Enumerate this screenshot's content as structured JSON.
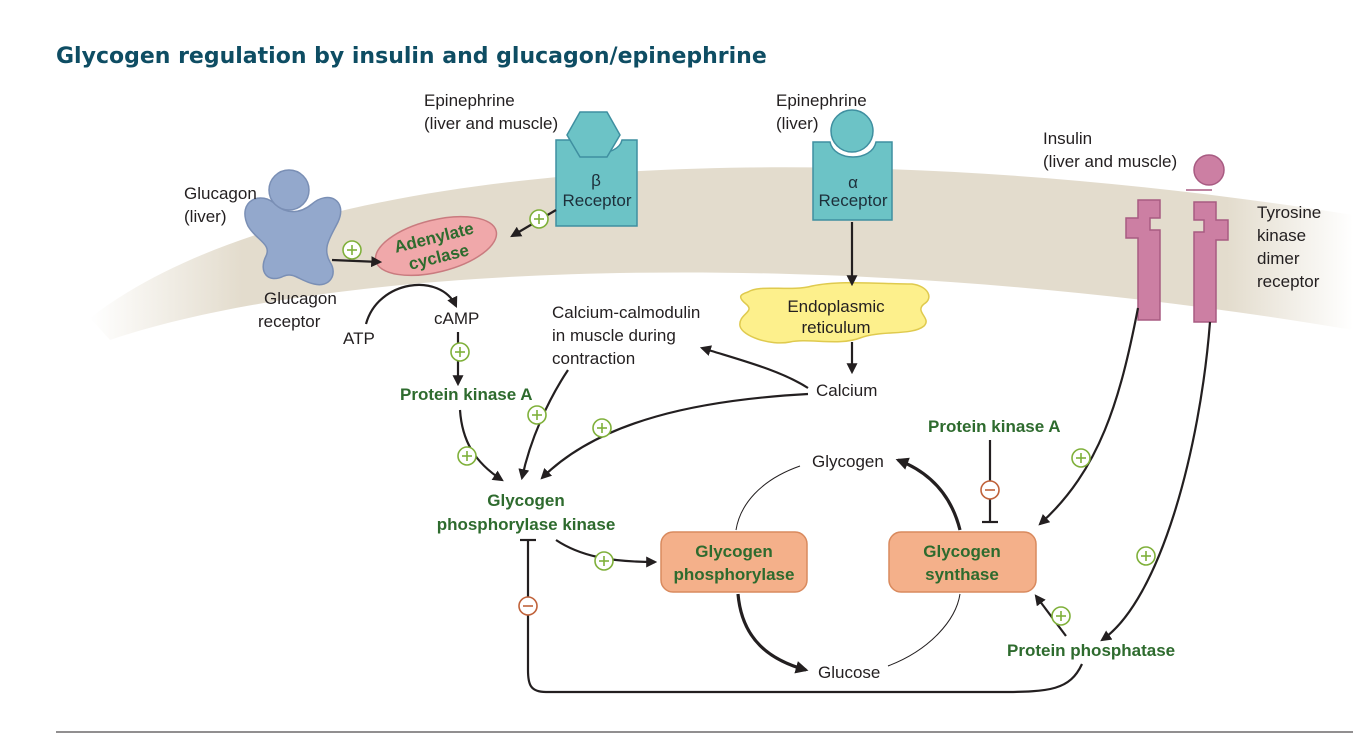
{
  "title": "Glycogen regulation by insulin and glucagon/epinephrine",
  "hormones": {
    "glucagon": [
      "Glucagon",
      "(liver)"
    ],
    "glucagon_receptor": [
      "Glucagon",
      "receptor"
    ],
    "epinephrine_beta": [
      "Epinephrine",
      "(liver and muscle)"
    ],
    "epinephrine_alpha": [
      "Epinephrine",
      "(liver)"
    ],
    "insulin": [
      "Insulin",
      "(liver and muscle)"
    ]
  },
  "receptors": {
    "beta_symbol": "β",
    "beta_label": "Receptor",
    "alpha_symbol": "α",
    "alpha_label": "Receptor",
    "tyrosine": [
      "Tyrosine",
      "kinase",
      "dimer",
      "receptor"
    ]
  },
  "molecules": {
    "adenylate_cyclase": [
      "Adenylate",
      "cyclase"
    ],
    "atp": "ATP",
    "camp": "cAMP",
    "protein_kinase_a": "Protein kinase A",
    "protein_kinase_a_2": "Protein kinase A",
    "calcium_calmodulin": [
      "Calcium-calmodulin",
      "in muscle during",
      "contraction"
    ],
    "endoplasmic_reticulum": [
      "Endoplasmic",
      "reticulum"
    ],
    "calcium": "Calcium",
    "glycogen_phosphorylase_kinase": [
      "Glycogen",
      "phosphorylase kinase"
    ],
    "glycogen_phosphorylase": [
      "Glycogen",
      "phosphorylase"
    ],
    "glycogen_synthase": [
      "Glycogen",
      "synthase"
    ],
    "glycogen": "Glycogen",
    "glucose": "Glucose",
    "protein_phosphatase": "Protein phosphatase"
  },
  "colors": {
    "title": "#0e4d63",
    "membrane": "#e3dccd",
    "receptor_blue": "#93a8cc",
    "receptor_teal": "#6cc3c6",
    "adenylate_cyclase": "#f0a8aa",
    "endoplasmic_reticulum": "#fdf08c",
    "enzyme_box": "#f4b08a",
    "insulin_receptor": "#cc7fa3",
    "activation": "#7fb03a",
    "inhibition": "#c0623a",
    "green_text": "#2e6b2e"
  }
}
